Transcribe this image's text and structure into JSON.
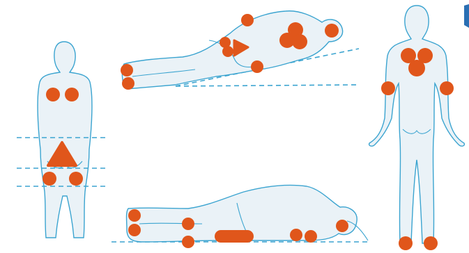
{
  "colors": {
    "body_fill": "#eaf2f7",
    "outline": "#3ba4d0",
    "pressure_point": "#e0561b",
    "edge_accent": "#2a6fb3"
  },
  "figures": [
    {
      "view": "sitting-back",
      "pressure_points": [
        "left-scapula",
        "right-scapula",
        "sacrum",
        "left-ischium",
        "right-ischium"
      ]
    },
    {
      "view": "semi-reclined",
      "pressure_points": [
        "heels",
        "sacrum",
        "elbow",
        "spine",
        "scapula",
        "occiput"
      ]
    },
    {
      "view": "lying-side",
      "pressure_points": [
        "ankles",
        "knees",
        "hip",
        "elbow",
        "shoulder",
        "ear"
      ]
    },
    {
      "view": "standing-back",
      "pressure_points": [
        "upper-back",
        "left-elbow",
        "right-elbow",
        "left-heel",
        "right-heel"
      ]
    }
  ]
}
